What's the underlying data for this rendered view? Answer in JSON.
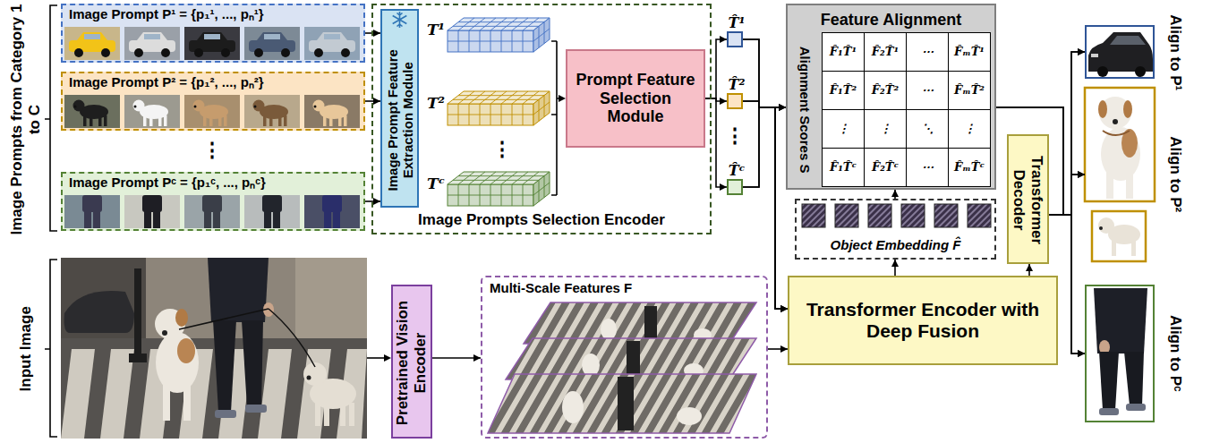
{
  "diagram": {
    "nodes": [
      {
        "text": [
          "Image Prompt P¹ = {p₁¹, ..., pₙ¹}"
        ]
      },
      {
        "text": [
          "Image Prompt P² = {p₁², ..., pₙ²}"
        ]
      },
      {
        "text": [
          "Image Prompt Pᶜ = {p₁ᶜ, ..., pₙᶜ}"
        ]
      },
      {
        "text": [
          "Image Prompts Selection Encoder"
        ]
      },
      {
        "text": [
          "Image Prompt Feature Extraction Module"
        ],
        "in": 3
      },
      {
        "text": [
          "Prompt Feature Selection Module"
        ],
        "in": 3
      },
      {
        "text": [
          "T̂¹"
        ]
      },
      {
        "text": [
          "T̂²"
        ]
      },
      {
        "text": [
          "T̂ᶜ"
        ]
      },
      {
        "text": [
          "Feature Alignment",
          "Alignment Scores S"
        ]
      },
      {
        "text": [
          "Object Embedding F̂"
        ]
      },
      {
        "text": [
          "Transformer Decoder"
        ]
      },
      {
        "text": [
          "Pretrained Vision Encoder"
        ]
      },
      {
        "text": [
          "Multi-Scale Features F"
        ]
      },
      {
        "text": [
          "Transformer Encoder with Deep Fusion"
        ]
      },
      {
        "text": [
          "Align to P¹"
        ]
      },
      {
        "text": [
          "Align to P²"
        ]
      },
      {
        "text": [
          "Align to Pᶜ"
        ]
      }
    ],
    "edges": [
      {
        "from": 0,
        "to": 4,
        "arrow": "to"
      },
      {
        "from": 1,
        "to": 4,
        "arrow": "to"
      },
      {
        "from": 2,
        "to": 4,
        "arrow": "to"
      },
      {
        "from": 5,
        "to": 6,
        "arrow": "to"
      },
      {
        "from": 5,
        "to": 7,
        "arrow": "to"
      },
      {
        "from": 5,
        "to": 8,
        "arrow": "to"
      },
      {
        "from": 6,
        "to": 9,
        "arrow": "to"
      },
      {
        "from": 7,
        "to": 9,
        "arrow": "to"
      },
      {
        "from": 8,
        "to": 9,
        "arrow": "to"
      },
      {
        "from": 6,
        "to": 14,
        "arrow": "to"
      },
      {
        "from": 7,
        "to": 14,
        "arrow": "to"
      },
      {
        "from": 8,
        "to": 14,
        "arrow": "to"
      },
      {
        "from": 12,
        "to": 13,
        "arrow": "to"
      },
      {
        "from": 13,
        "to": 14,
        "arrow": "to"
      },
      {
        "from": 14,
        "to": 10,
        "arrow": "to"
      },
      {
        "from": 14,
        "to": 11,
        "arrow": "to"
      },
      {
        "from": 10,
        "to": 9,
        "arrow": "to"
      },
      {
        "from": 9,
        "to": 15,
        "arrow": "to"
      },
      {
        "from": 9,
        "to": 16,
        "arrow": "to"
      },
      {
        "from": 9,
        "to": 17,
        "arrow": "to"
      },
      {
        "from": 11,
        "to": 15,
        "arrow": "to"
      },
      {
        "from": 11,
        "to": 16,
        "arrow": "to"
      },
      {
        "from": 11,
        "to": 17,
        "arrow": "to"
      }
    ],
    "labels": [
      "Image Prompts from Category 1 to C",
      "⋮",
      "T¹",
      "T²",
      "⋮",
      "Tᶜ",
      "⋮",
      "F̂₁T̂¹",
      "F̂₂T̂¹",
      "⋯",
      "F̂ₘT̂¹",
      "F̂₁T̂²",
      "F̂₂T̂²",
      "⋯",
      "F̂ₘT̂²",
      "⋮",
      "⋮",
      "⋱",
      "⋮",
      "F̂₁T̂ᶜ",
      "F̂₂T̂ᶜ",
      "⋯",
      "F̂ₘT̂ᶜ",
      "Input Image"
    ]
  }
}
